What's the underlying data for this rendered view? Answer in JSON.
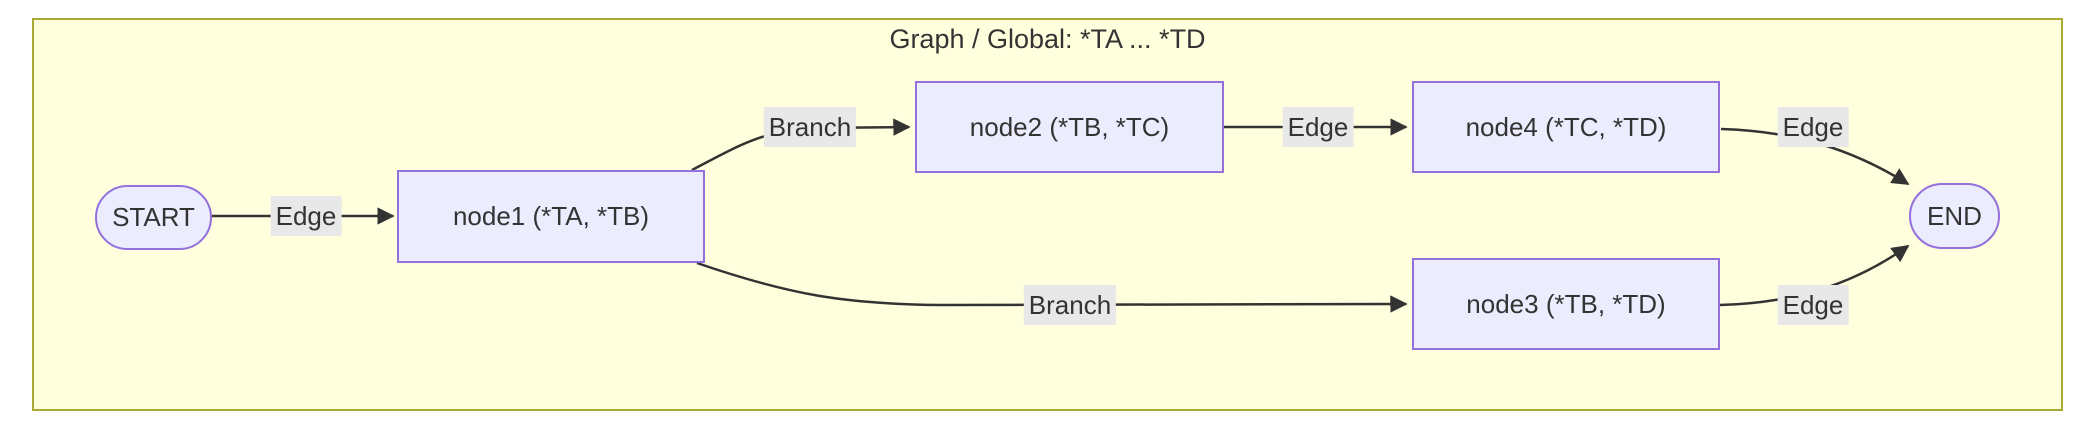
{
  "diagram": {
    "type": "flowchart",
    "direction": "left-to-right",
    "title": "Graph / Global: *TA ... *TD",
    "nodes": [
      {
        "id": "START",
        "label": "START",
        "shape": "stadium"
      },
      {
        "id": "node1",
        "label": "node1 (*TA, *TB)",
        "shape": "rect"
      },
      {
        "id": "node2",
        "label": "node2 (*TB, *TC)",
        "shape": "rect"
      },
      {
        "id": "node4",
        "label": "node4 (*TC, *TD)",
        "shape": "rect"
      },
      {
        "id": "node3",
        "label": "node3 (*TB, *TD)",
        "shape": "rect"
      },
      {
        "id": "END",
        "label": "END",
        "shape": "stadium"
      }
    ],
    "edges": [
      {
        "from": "START",
        "to": "node1",
        "label": "Edge"
      },
      {
        "from": "node1",
        "to": "node2",
        "label": "Branch"
      },
      {
        "from": "node2",
        "to": "node4",
        "label": "Edge"
      },
      {
        "from": "node1",
        "to": "node3",
        "label": "Branch"
      },
      {
        "from": "node4",
        "to": "END",
        "label": "Edge"
      },
      {
        "from": "node3",
        "to": "END",
        "label": "Edge"
      }
    ],
    "colors": {
      "container_fill": "#ffffde",
      "container_border": "#aaaa33",
      "node_fill": "#ececff",
      "node_border": "#9370db",
      "edge_line": "#333333",
      "edge_label_bg": "#e8e8e8",
      "text": "#333333"
    }
  }
}
